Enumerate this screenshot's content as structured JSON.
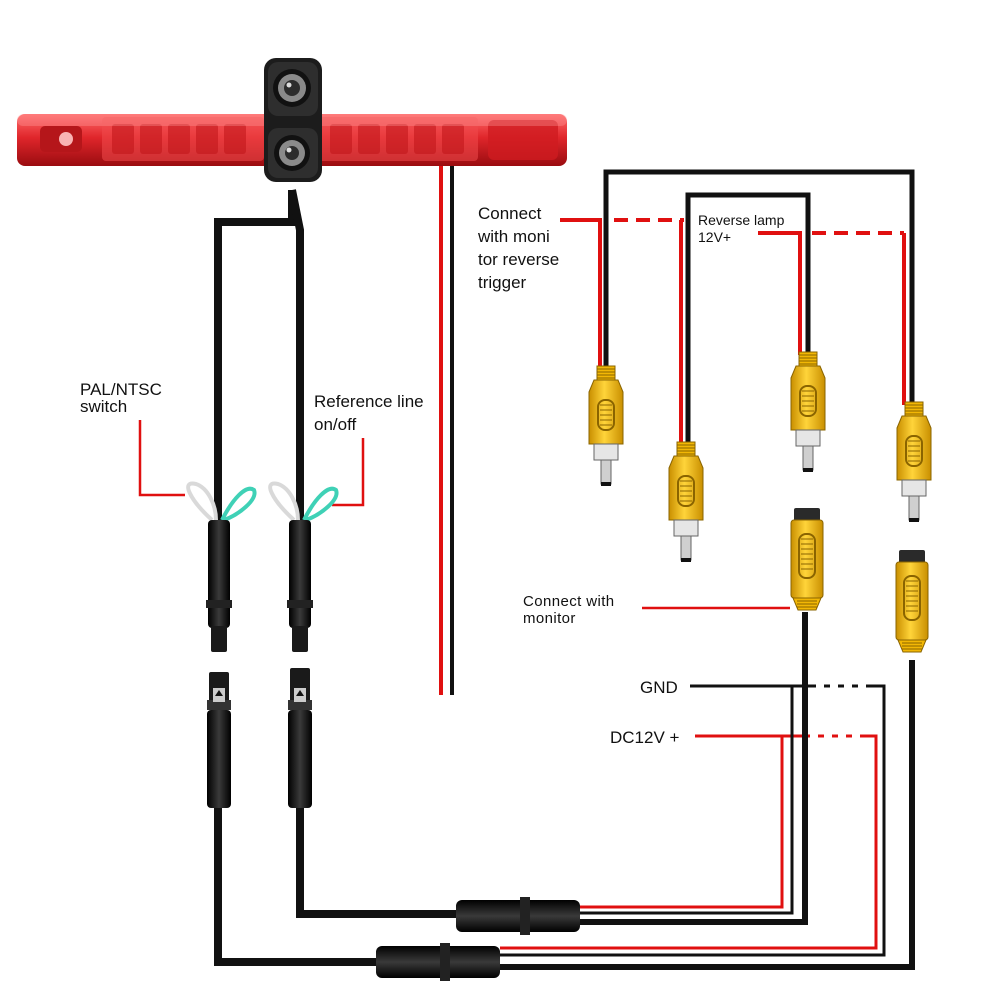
{
  "diagram": {
    "labels": {
      "pal_ntsc": [
        "PAL/NTSC",
        "switch"
      ],
      "reference_line": [
        "Reference line",
        "on/off"
      ],
      "monitor_reverse": [
        "Connect",
        "with moni",
        "tor reverse",
        "trigger"
      ],
      "reverse_lamp": [
        "Reverse lamp",
        "12V+"
      ],
      "connect_monitor": [
        "Connect with",
        "monitor"
      ],
      "gnd": "GND",
      "dc12v": "DC12V +"
    },
    "colors": {
      "wire_black": "#111111",
      "wire_red": "#e01010",
      "rca_yellow": "#f2b705",
      "brake_light_red": "#e0262b",
      "loop_white": "#d9d9d9",
      "loop_cyan": "#3fd1b6"
    },
    "components": {
      "brake_light": "third-brake-light-icon",
      "camera": "dual-camera-icon",
      "rca_plugs": 4,
      "rca_sockets": 2,
      "round_connectors": 4,
      "inline_connectors": 2
    }
  }
}
